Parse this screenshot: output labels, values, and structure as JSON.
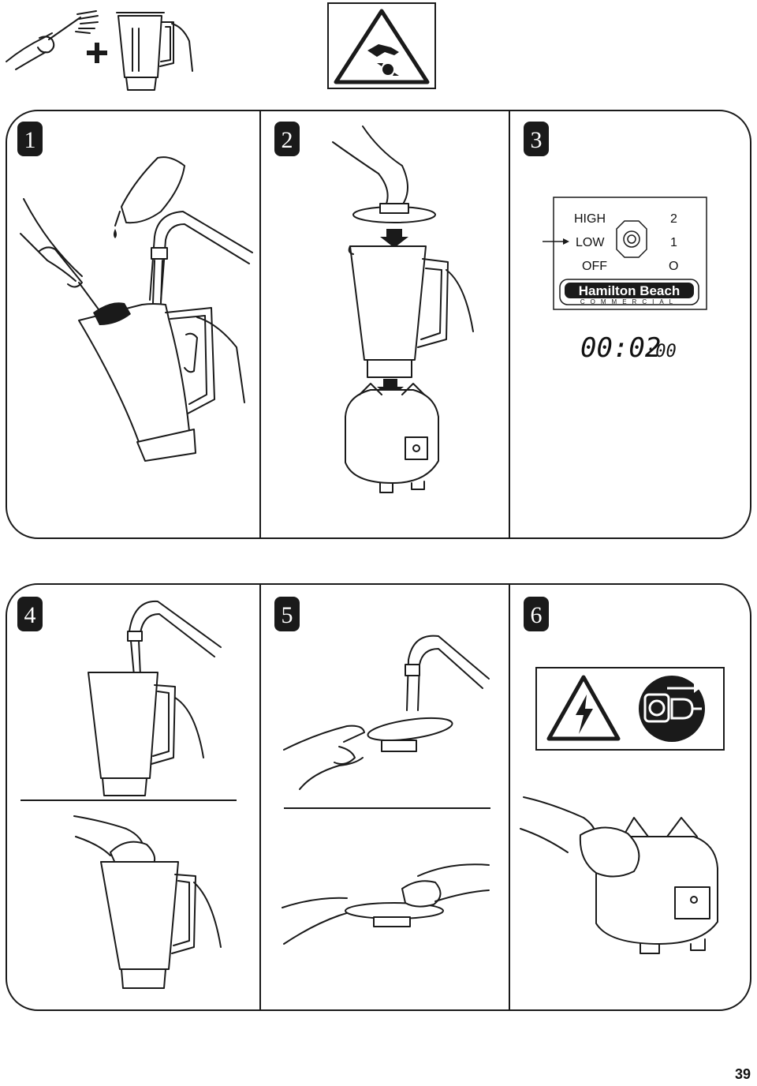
{
  "steps": {
    "s1": "1",
    "s2": "2",
    "s3": "3",
    "s4": "4",
    "s5": "5",
    "s6": "6"
  },
  "control_panel": {
    "high": "HIGH",
    "low": "LOW",
    "off": "OFF",
    "num2": "2",
    "num1": "1",
    "num0": "O",
    "brand": "Hamilton Beach",
    "brand_sub": "COMMERCIAL"
  },
  "timer": {
    "main": "00:02",
    "small": ":00"
  },
  "icons": {
    "warning_hand": "rotating-blade-warning-icon",
    "electric": "electric-shock-warning-icon",
    "unplug": "unplug-icon"
  },
  "page_number": "39"
}
